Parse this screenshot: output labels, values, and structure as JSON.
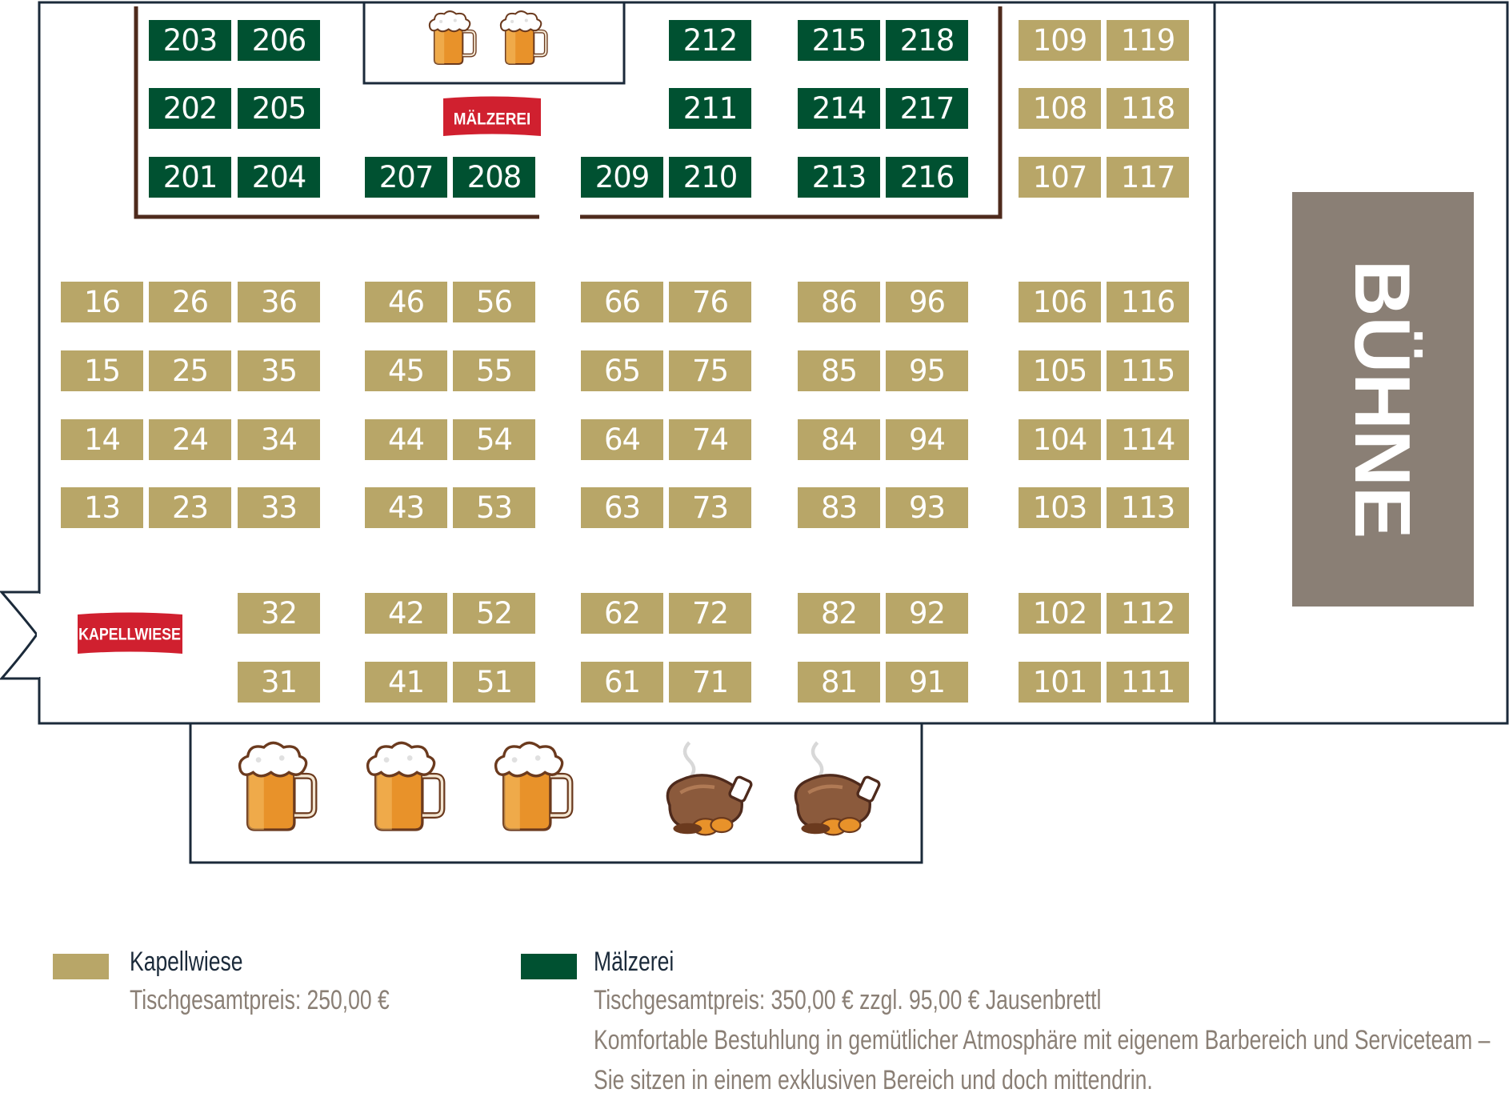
{
  "colors": {
    "kapellwiese": "#b8a668",
    "maelzerei": "#005131",
    "stage": "#8a7f75",
    "wall": "#1b2a3a",
    "bracket": "#4e2a1c",
    "badge": "#d0202f",
    "legend_text": "#8a7f75"
  },
  "labels": {
    "stage": "BÜHNE",
    "maelzerei_badge": "MÄLZEREI",
    "kapellwiese_badge": "KAPELLWIESE"
  },
  "tables": {
    "maelzerei": [
      "203",
      "206",
      "202",
      "205",
      "201",
      "204",
      "207",
      "208",
      "209",
      "210",
      "212",
      "211",
      "215",
      "218",
      "214",
      "217",
      "213",
      "216"
    ],
    "kapellwiese": [
      "109",
      "119",
      "108",
      "118",
      "107",
      "117",
      "16",
      "26",
      "36",
      "46",
      "56",
      "66",
      "76",
      "86",
      "96",
      "106",
      "116",
      "15",
      "25",
      "35",
      "45",
      "55",
      "65",
      "75",
      "85",
      "95",
      "105",
      "115",
      "14",
      "24",
      "34",
      "44",
      "54",
      "64",
      "74",
      "84",
      "94",
      "104",
      "114",
      "13",
      "23",
      "33",
      "43",
      "53",
      "63",
      "73",
      "83",
      "93",
      "103",
      "113",
      "32",
      "42",
      "52",
      "62",
      "72",
      "82",
      "92",
      "102",
      "112",
      "31",
      "41",
      "51",
      "61",
      "71",
      "81",
      "91",
      "101",
      "111"
    ]
  },
  "icons": {
    "beer_top": [
      "beer-mug-icon",
      "beer-mug-icon"
    ],
    "beer_bottom": [
      "beer-mug-icon",
      "beer-mug-icon",
      "beer-mug-icon"
    ],
    "food_bottom": [
      "roast-chicken-icon",
      "roast-chicken-icon"
    ]
  },
  "legend": {
    "kapellwiese": {
      "title": "Kapellwiese",
      "lines": [
        "Tischgesamtpreis: 250,00 €"
      ]
    },
    "maelzerei": {
      "title": "Mälzerei",
      "lines": [
        "Tischgesamtpreis: 350,00 € zzgl. 95,00 € Jausenbrettl",
        "Komfortable Bestuhlung in gemütlicher Atmosphäre mit eigenem Barbereich und Serviceteam –",
        "Sie sitzen in einem exklusiven Bereich und doch mittendrin."
      ]
    }
  }
}
